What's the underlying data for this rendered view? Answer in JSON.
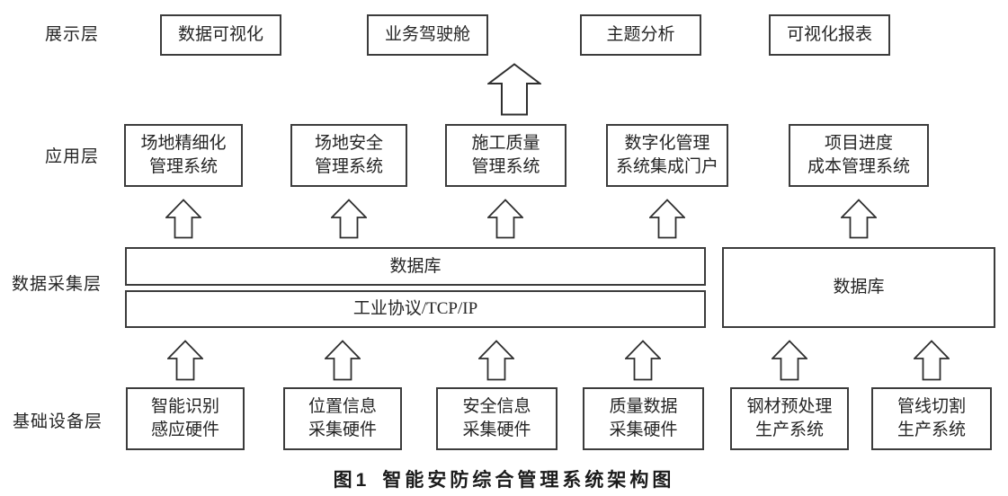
{
  "colors": {
    "line": "#3c3c3c",
    "text": "#252525",
    "background": "#ffffff"
  },
  "display_layer": {
    "label": "展示层",
    "boxes": [
      {
        "text": "数据可视化"
      },
      {
        "text": "业务驾驶舱"
      },
      {
        "text": "主题分析"
      },
      {
        "text": "可视化报表"
      }
    ]
  },
  "application_layer": {
    "label": "应用层",
    "boxes": [
      {
        "line1": "场地精细化",
        "line2": "管理系统"
      },
      {
        "line1": "场地安全",
        "line2": "管理系统"
      },
      {
        "line1": "施工质量",
        "line2": "管理系统"
      },
      {
        "line1": "数字化管理",
        "line2": "系统集成门户"
      },
      {
        "line1": "项目进度",
        "line2": "成本管理系统"
      }
    ]
  },
  "data_collection_layer": {
    "label": "数据采集层",
    "database_left": "数据库",
    "protocol_bus": "工业协议/TCP/IP",
    "database_right": "数据库"
  },
  "device_layer": {
    "label": "基础设备层",
    "boxes": [
      {
        "line1": "智能识别",
        "line2": "感应硬件"
      },
      {
        "line1": "位置信息",
        "line2": "采集硬件"
      },
      {
        "line1": "安全信息",
        "line2": "采集硬件"
      },
      {
        "line1": "质量数据",
        "line2": "采集硬件"
      },
      {
        "line1": "钢材预处理",
        "line2": "生产系统"
      },
      {
        "line1": "管线切割",
        "line2": "生产系统"
      }
    ]
  },
  "figure": {
    "caption_prefix": "图1",
    "caption_title": "智能安防综合管理系统架构图"
  }
}
